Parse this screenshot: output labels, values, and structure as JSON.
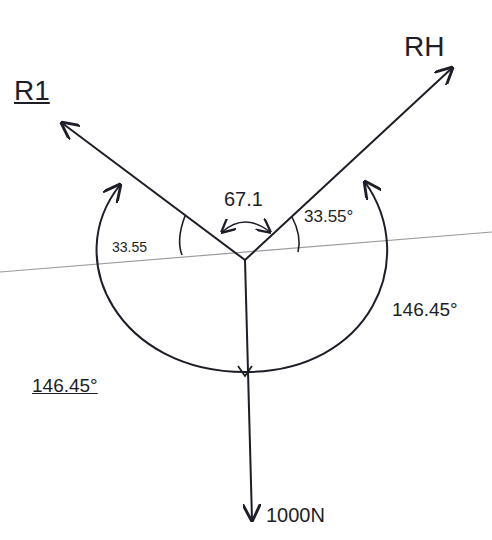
{
  "diagram": {
    "labels": [
      "R1",
      "RH",
      "67.1",
      "33.55",
      "33.55°",
      "146.45°",
      "146.45°",
      "1000N"
    ]
  }
}
